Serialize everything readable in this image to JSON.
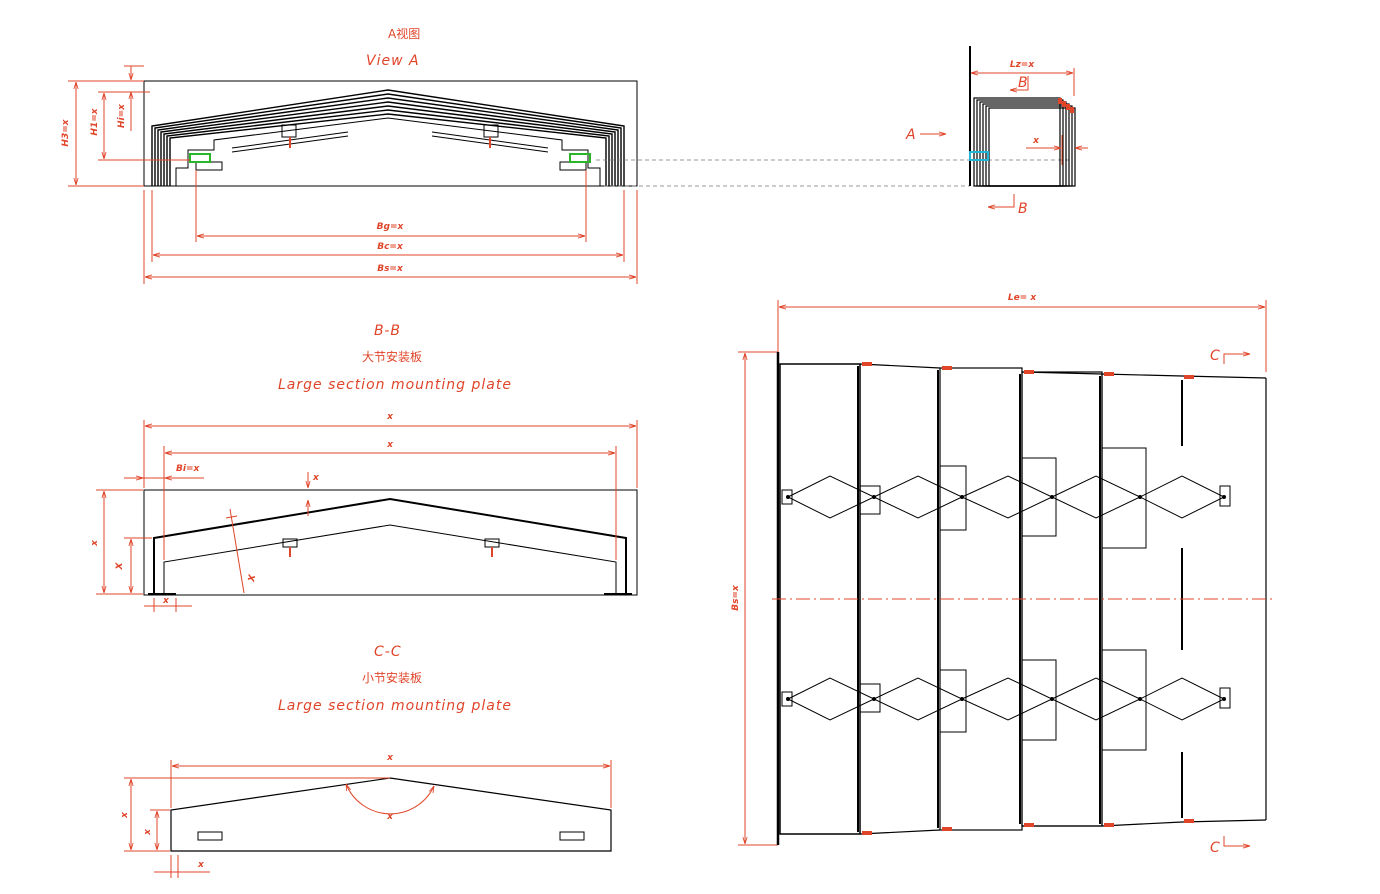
{
  "view_a": {
    "title_cn": "A视图",
    "title_en": "View A",
    "dims": {
      "h3": "H3=x",
      "h1": "H1=x",
      "hi": "Hi=x",
      "bg": "Bg=x",
      "bc": "Bc=x",
      "bs": "Bs=x"
    }
  },
  "side_view": {
    "lz": "Lz=x",
    "x": "x",
    "arrow_a": "A",
    "arrow_b_top": "B",
    "arrow_b_bottom": "B"
  },
  "section_bb": {
    "title": "B-B",
    "title_cn": "大节安装板",
    "title_en": "Large section mounting plate",
    "dims": {
      "top1": "x",
      "top2": "x",
      "bi": "Bi=x",
      "vert_small": "x",
      "left_outer": "x",
      "left_inner": "X",
      "bottom": "x",
      "diag": "X"
    }
  },
  "section_cc": {
    "title": "C-C",
    "title_cn": "小节安装板",
    "title_en": "Large section mounting plate",
    "dims": {
      "top": "x",
      "angle": "x",
      "left_outer": "x",
      "left_inner": "x",
      "bottom": "x"
    }
  },
  "plan_view": {
    "le": "Le= x",
    "bs": "Bs=x",
    "section_c_top": "C",
    "section_c_bottom": "C"
  },
  "colors": {
    "dimension": "#e0452a",
    "outline": "#000000",
    "highlight_green": "#2bb52b",
    "highlight_cyan": "#21b6d6"
  }
}
